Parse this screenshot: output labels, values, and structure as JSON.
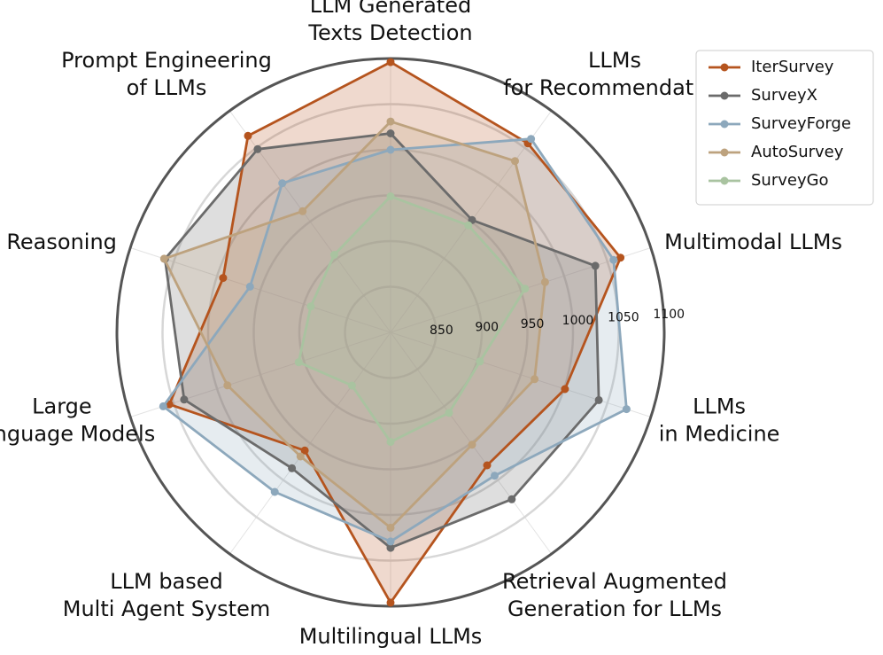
{
  "chart_data": {
    "type": "radar",
    "axes": [
      [
        "LLM Generated",
        "Texts Detection"
      ],
      [
        "LLMs",
        "for Recommendation"
      ],
      [
        "Multimodal LLMs"
      ],
      [
        "LLMs",
        "in Medicine"
      ],
      [
        "Retrieval Augmented",
        "Generation for LLMs"
      ],
      [
        "Multilingual LLMs"
      ],
      [
        "LLM based",
        "Multi Agent System"
      ],
      [
        "Large",
        "Language Models"
      ],
      [
        "LLMs Reasoning"
      ],
      [
        "Prompt Engineering",
        "of LLMs"
      ]
    ],
    "rticks": [
      850,
      900,
      950,
      1000,
      1050,
      1100
    ],
    "rlim": [
      800,
      1100
    ],
    "grid": true,
    "legend_position": "top-right",
    "series": [
      {
        "name": "IterSurvey",
        "color": "#b5541e",
        "values": [
          1096,
          1056,
          1065,
          1001,
          980,
          1096,
          960,
          1055,
          993,
          1066
        ]
      },
      {
        "name": "SurveyX",
        "color": "#6b6b6b",
        "values": [
          1018,
          952,
          1036,
          1040,
          1026,
          1036,
          984,
          1038,
          1060,
          1048
        ]
      },
      {
        "name": "SurveyForge",
        "color": "#8da8bc",
        "values": [
          1000,
          1062,
          1057,
          1072,
          994,
          1029,
          1016,
          1062,
          962,
          1002
        ]
      },
      {
        "name": "AutoSurvey",
        "color": "#bda27e",
        "values": [
          1031,
          1032,
          978,
          966,
          952,
          1014,
          968,
          988,
          1061,
          964
        ]
      },
      {
        "name": "SurveyGo",
        "color": "#a9c3a0",
        "values": [
          949,
          945,
          955,
          903,
          909,
          920,
          872,
          906,
          892,
          905
        ]
      }
    ]
  }
}
